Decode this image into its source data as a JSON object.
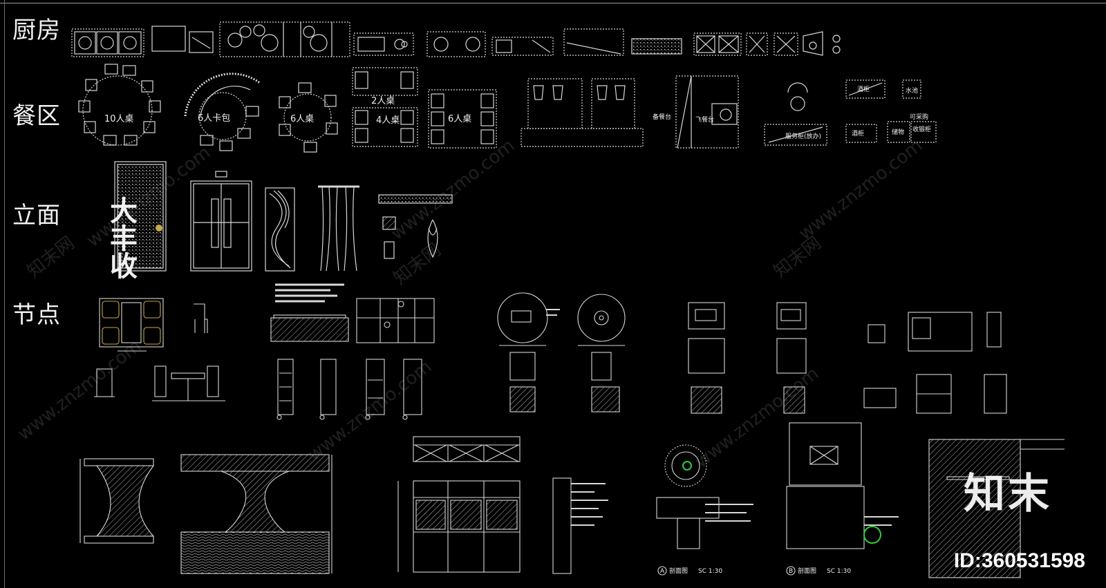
{
  "sections": {
    "kitchen": "厨房",
    "dining": "餐区",
    "elevation": "立面",
    "detail": "节点"
  },
  "tables": {
    "t10": "10人桌",
    "booth6": "6人卡包",
    "t6": "6人桌",
    "t2": "2人桌",
    "t4": "4人桌",
    "t6b": "6人桌"
  },
  "dining_labels": {
    "bar": "备餐台",
    "stage": "飞餐台",
    "service": "服务柜(放办)",
    "cabinet_top": "酒柜",
    "cabinet_r": "水池",
    "misc1": "可采购",
    "misc2": "酒柜",
    "misc3": "储物",
    "misc4": "收银柜"
  },
  "plaque_text": "大丰收",
  "section_a": "剖面图",
  "section_b": "剖面图",
  "scale_a": "SC 1:30",
  "scale_b": "SC 1:30",
  "mark_a": "A",
  "mark_b": "B",
  "watermark": "www.znzmo.com",
  "watermark_cn": "知末网",
  "logo": "知末",
  "id_label": "ID:360531598",
  "colors": {
    "line": "#d8d8d8",
    "accent_yellow": "#c8a84a",
    "accent_green": "#2ecc40"
  }
}
